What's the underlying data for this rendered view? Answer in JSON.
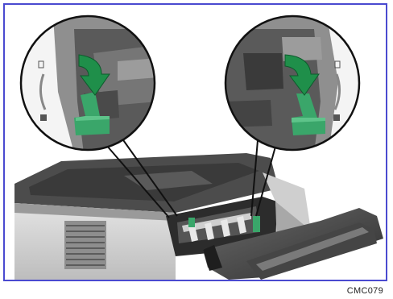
{
  "figure": {
    "code": "CMC079",
    "icons": [
      "printer-illustration",
      "rear-cover",
      "green-lever",
      "rotate-arrow",
      "zoom-callout-left",
      "zoom-callout-right"
    ],
    "colors": {
      "frame_border": "#4a4ad0",
      "lever_green": "#3aa66a",
      "arrow_green": "#1f8f4a",
      "printer_gray": "#d2d2d2",
      "interior_dark": "#3a3a3a"
    }
  }
}
